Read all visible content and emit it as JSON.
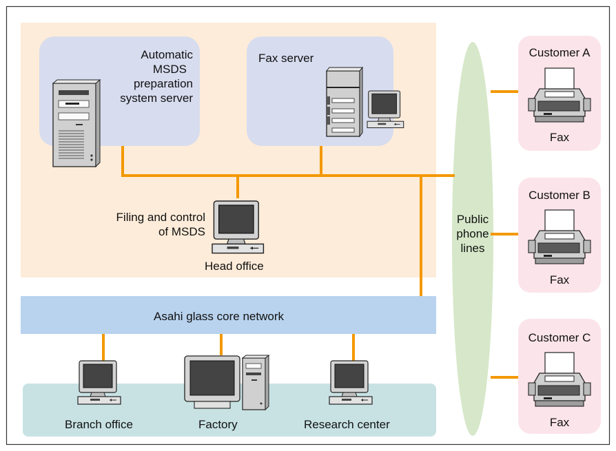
{
  "colors": {
    "link": "#f39800",
    "headoffice_zone": "#fdecd9",
    "server_panel": "#d7dcef",
    "core_network": "#b9d3ee",
    "site_band": "#c8e2e4",
    "phone_lines": "#d6e8c9",
    "customer_panel": "#fbe4ea",
    "border": "#333333"
  },
  "servers": {
    "msds_server_label": [
      "Automatic",
      "MSDS",
      "preparation",
      "system server"
    ],
    "fax_server_label": "Fax server"
  },
  "head_office": {
    "terminal_label": [
      "Filing and control",
      "of MSDS"
    ],
    "label": "Head office"
  },
  "core_network": {
    "label": "Asahi glass core network"
  },
  "sites": [
    {
      "label": "Branch office",
      "icon": "pc-icon"
    },
    {
      "label": "Factory",
      "icon": "workstation-icon"
    },
    {
      "label": "Research center",
      "icon": "pc-icon"
    }
  ],
  "public_phone_lines": {
    "label": [
      "Public",
      "phone",
      "lines"
    ]
  },
  "customers": [
    {
      "name": "Customer A",
      "device": "Fax",
      "icon": "fax-icon"
    },
    {
      "name": "Customer B",
      "device": "Fax",
      "icon": "fax-icon"
    },
    {
      "name": "Customer C",
      "device": "Fax",
      "icon": "fax-icon"
    }
  ]
}
